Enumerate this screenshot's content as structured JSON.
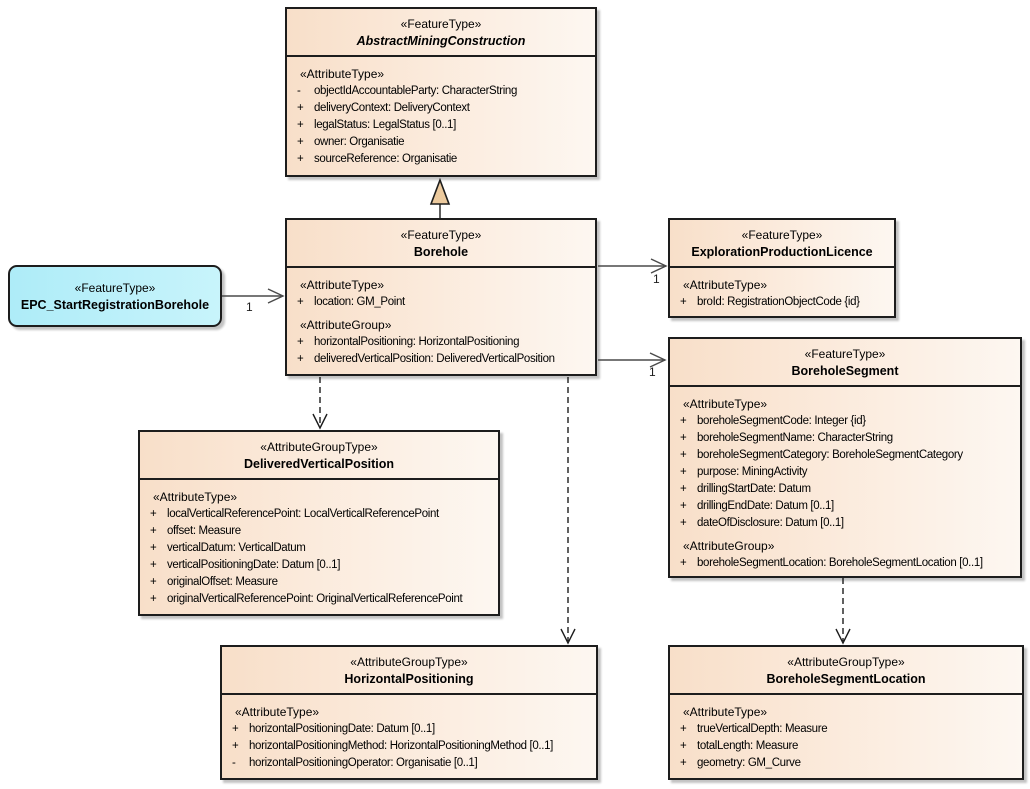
{
  "classes": {
    "amc": {
      "stereotype": "«FeatureType»",
      "name": "AbstractMiningConstruction",
      "sections": [
        {
          "heading": "«AttributeType»",
          "attrs": [
            {
              "vis": "-",
              "text": "objectIdAccountableParty: CharacterString"
            },
            {
              "vis": "+",
              "text": "deliveryContext: DeliveryContext"
            },
            {
              "vis": "+",
              "text": "legalStatus: LegalStatus [0..1]"
            },
            {
              "vis": "+",
              "text": "owner: Organisatie"
            },
            {
              "vis": "+",
              "text": "sourceReference: Organisatie"
            }
          ]
        }
      ]
    },
    "borehole": {
      "stereotype": "«FeatureType»",
      "name": "Borehole",
      "sections": [
        {
          "heading": "«AttributeType»",
          "attrs": [
            {
              "vis": "+",
              "text": "location: GM_Point"
            }
          ]
        },
        {
          "heading": "«AttributeGroup»",
          "attrs": [
            {
              "vis": "+",
              "text": "horizontalPositioning: HorizontalPositioning"
            },
            {
              "vis": "+",
              "text": "deliveredVerticalPosition: DeliveredVerticalPosition"
            }
          ]
        }
      ]
    },
    "epc": {
      "stereotype": "«FeatureType»",
      "name": "EPC_StartRegistrationBorehole"
    },
    "epl": {
      "stereotype": "«FeatureType»",
      "name": "ExplorationProductionLicence",
      "sections": [
        {
          "heading": "«AttributeType»",
          "attrs": [
            {
              "vis": "+",
              "text": "broId: RegistrationObjectCode {id}"
            }
          ]
        }
      ]
    },
    "segment": {
      "stereotype": "«FeatureType»",
      "name": "BoreholeSegment",
      "sections": [
        {
          "heading": "«AttributeType»",
          "attrs": [
            {
              "vis": "+",
              "text": "boreholeSegmentCode: Integer {id}"
            },
            {
              "vis": "+",
              "text": "boreholeSegmentName: CharacterString"
            },
            {
              "vis": "+",
              "text": "boreholeSegmentCategory: BoreholeSegmentCategory"
            },
            {
              "vis": "+",
              "text": "purpose: MiningActivity"
            },
            {
              "vis": "+",
              "text": "drillingStartDate: Datum"
            },
            {
              "vis": "+",
              "text": "drillingEndDate: Datum [0..1]"
            },
            {
              "vis": "+",
              "text": "dateOfDisclosure: Datum [0..1]"
            }
          ]
        },
        {
          "heading": "«AttributeGroup»",
          "attrs": [
            {
              "vis": "+",
              "text": "boreholeSegmentLocation: BoreholeSegmentLocation [0..1]"
            }
          ]
        }
      ]
    },
    "dvp": {
      "stereotype": "«AttributeGroupType»",
      "name": "DeliveredVerticalPosition",
      "sections": [
        {
          "heading": "«AttributeType»",
          "attrs": [
            {
              "vis": "+",
              "text": "localVerticalReferencePoint: LocalVerticalReferencePoint"
            },
            {
              "vis": "+",
              "text": "offset: Measure"
            },
            {
              "vis": "+",
              "text": "verticalDatum: VerticalDatum"
            },
            {
              "vis": "+",
              "text": "verticalPositioningDate: Datum [0..1]"
            },
            {
              "vis": "+",
              "text": "originalOffset: Measure"
            },
            {
              "vis": "+",
              "text": "originalVerticalReferencePoint: OriginalVerticalReferencePoint"
            }
          ]
        }
      ]
    },
    "hp": {
      "stereotype": "«AttributeGroupType»",
      "name": "HorizontalPositioning",
      "sections": [
        {
          "heading": "«AttributeType»",
          "attrs": [
            {
              "vis": "+",
              "text": "horizontalPositioningDate: Datum [0..1]"
            },
            {
              "vis": "+",
              "text": "horizontalPositioningMethod: HorizontalPositioningMethod [0..1]"
            },
            {
              "vis": "-",
              "text": "horizontalPositioningOperator: Organisatie [0..1]"
            }
          ]
        }
      ]
    },
    "bsl": {
      "stereotype": "«AttributeGroupType»",
      "name": "BoreholeSegmentLocation",
      "sections": [
        {
          "heading": "«AttributeType»",
          "attrs": [
            {
              "vis": "+",
              "text": "trueVerticalDepth: Measure"
            },
            {
              "vis": "+",
              "text": "totalLength: Measure"
            },
            {
              "vis": "+",
              "text": "geometry: GM_Curve"
            }
          ]
        }
      ]
    }
  },
  "connectors": {
    "mult_epc_to_borehole": "1",
    "mult_borehole_to_epl": "1",
    "mult_borehole_to_segment": "1"
  },
  "colors": {
    "class_fill_left": "#f8dfc9",
    "class_fill_right": "#fdf7f1",
    "note_fill": "#aeecf8",
    "border": "#1d1d1d",
    "generalization_triangle": "#ecca9e",
    "association_line": "#4a4a4a"
  }
}
